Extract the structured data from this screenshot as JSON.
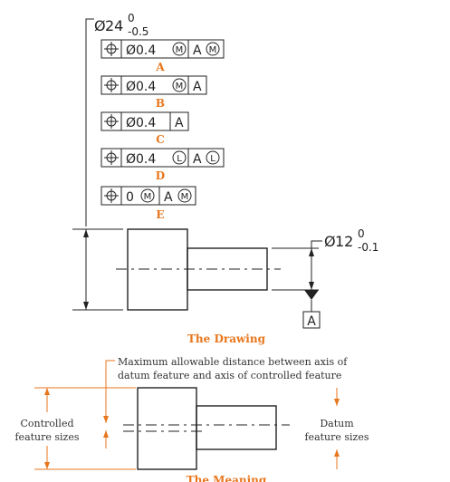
{
  "drawing": {
    "main_size": {
      "symbol": "Ø",
      "nominal": "24",
      "upper": "0",
      "lower": "-0.5"
    },
    "pin_size": {
      "symbol": "Ø",
      "nominal": "12",
      "upper": "0",
      "lower": "-0.1"
    },
    "frames": [
      {
        "caption": "A",
        "tolerance": "Ø0.4",
        "modifier": "M",
        "datum": "A",
        "datum_modifier": "M"
      },
      {
        "caption": "B",
        "tolerance": "Ø0.4",
        "modifier": "M",
        "datum": "A",
        "datum_modifier": ""
      },
      {
        "caption": "C",
        "tolerance": "Ø0.4",
        "modifier": "",
        "datum": "A",
        "datum_modifier": ""
      },
      {
        "caption": "D",
        "tolerance": "Ø0.4",
        "modifier": "L",
        "datum": "A",
        "datum_modifier": "L"
      },
      {
        "caption": "E",
        "tolerance": "0",
        "modifier": "M",
        "datum": "A",
        "datum_modifier": "M"
      }
    ],
    "datum_label": "A",
    "title": "The Drawing"
  },
  "meaning": {
    "note_line1": "Maximum allowable distance between axis of",
    "note_line2": "datum feature and axis of controlled feature",
    "left_label_line1": "Controlled",
    "left_label_line2": "feature sizes",
    "right_label_line1": "Datum",
    "right_label_line2": "feature sizes",
    "title": "The Meaning"
  },
  "colors": {
    "accent": "#e8761c",
    "ink": "#222222"
  },
  "icons": {
    "position_symbol": "position-icon",
    "datum_triangle": "datum-triangle-icon"
  }
}
